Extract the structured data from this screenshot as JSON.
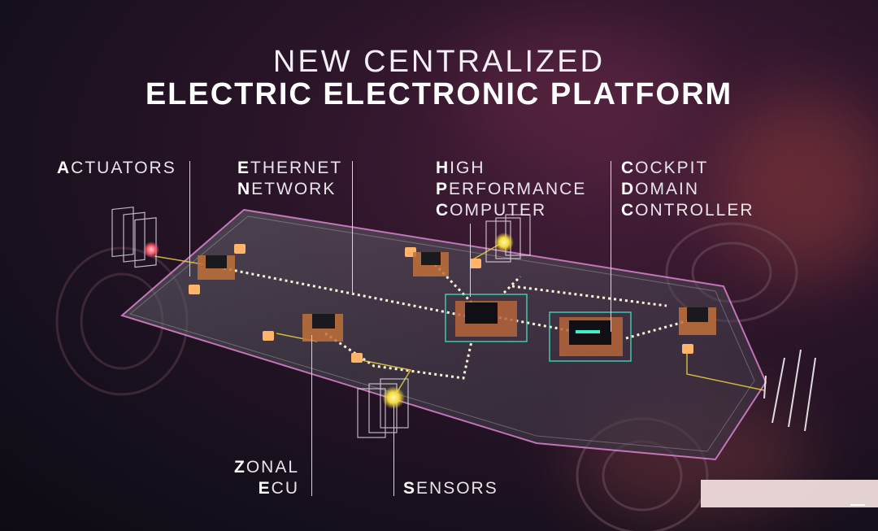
{
  "title": {
    "line1": "NEW CENTRALIZED",
    "line2": "ELECTRIC ELECTRONIC PLATFORM"
  },
  "labels": {
    "actuators": [
      "ACTUATORS"
    ],
    "ethernet": [
      "ETHERNET",
      "NETWORK"
    ],
    "hpc": [
      "HIGH",
      "PERFORMANCE",
      "COMPUTER"
    ],
    "cockpit": [
      "COCKPIT",
      "DOMAIN",
      "CONTROLLER"
    ],
    "zonal": [
      "ZONAL",
      "ECU"
    ],
    "sensors": [
      "SENSORS"
    ]
  },
  "colors": {
    "accent_glow": "#ff9a4a",
    "network_dots": "#fff1d8",
    "sensor_yellow": "#f5e04a",
    "chip_teal": "#3ef0c8",
    "platform_edge": "#e58ad8"
  }
}
